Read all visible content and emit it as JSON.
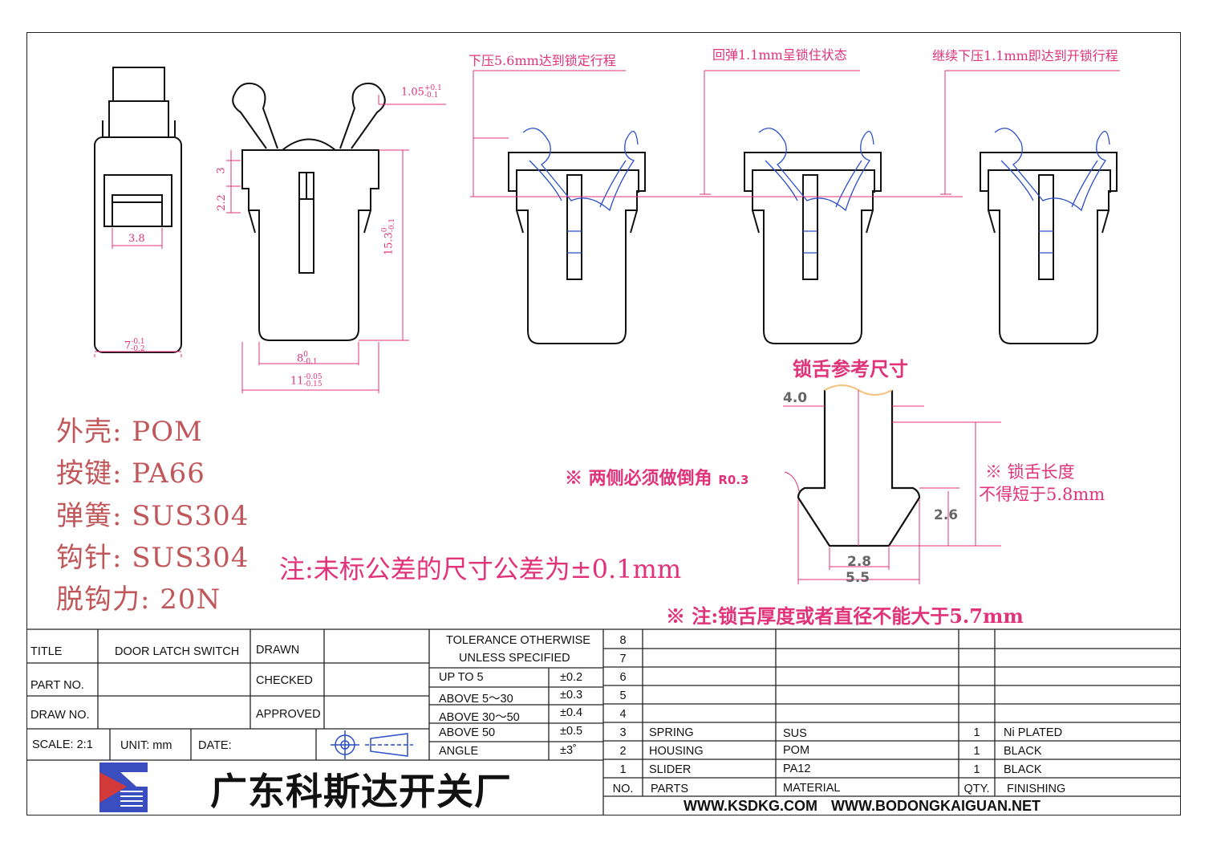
{
  "steps": {
    "step1": "下压5.6mm达到锁定行程",
    "step2": "回弹1.1mm呈锁住状态",
    "step3": "继续下压1.1mm即达到开锁行程"
  },
  "dims": {
    "d_38": "3.8",
    "d_7": "7",
    "d_7_tol_up": "-0.1",
    "d_7_tol_dn": "-0.2",
    "d_3": "3",
    "d_22": "2.2",
    "d_8": "8",
    "d_8_tol_up": "0",
    "d_8_tol_dn": "-0.1",
    "d_11": "11",
    "d_11_tol_up": "-0.05",
    "d_11_tol_dn": "-0.15",
    "d_153": "15.3",
    "d_153_tol_up": "0",
    "d_153_tol_dn": "-0.1",
    "d_105": "1.05",
    "d_105_tol_up": "+0.1",
    "d_105_tol_dn": "-0.1"
  },
  "materials": [
    "外壳: POM",
    "按键: PA66",
    "弹簧: SUS304",
    "钩针: SUS304",
    "脱钩力: 20N"
  ],
  "notes": {
    "tolerance_note": "注:未标公差的尺寸公差为±0.1mm",
    "thickness_note": "※ 注:锁舌厚度或者直径不能大于5.7mm"
  },
  "tongue": {
    "title": "锁舌参考尺寸",
    "chamfer": "※ 两侧必须做倒角",
    "chamfer_r": "R0.3",
    "length_note_1": "※ 锁舌长度",
    "length_note_2": "不得短于5.8mm",
    "d40": "4.0",
    "d26": "2.6",
    "d28": "2.8",
    "d55": "5.5"
  },
  "title_block": {
    "title_label": "TITLE",
    "title_value": "DOOR LATCH SWITCH",
    "drawn_label": "DRAWN",
    "part_no_label": "PART NO.",
    "checked_label": "CHECKED",
    "draw_no_label": "DRAW NO.",
    "approved_label": "APPROVED",
    "scale": "SCALE: 2:1",
    "unit": "UNIT: mm",
    "date": "DATE:",
    "company": "广东科斯达开关厂",
    "websites": "WWW.KSDKG.COM WWW.BODONGKAIGUAN.NET"
  },
  "tolerance": {
    "header1": "TOLERANCE OTHERWISE",
    "header2": "UNLESS SPECIFIED",
    "rows": [
      {
        "range": "UP TO 5",
        "tol": "±0.2"
      },
      {
        "range": "ABOVE 5～30",
        "tol": "±0.3"
      },
      {
        "range": "ABOVE 30～50",
        "tol": "±0.4"
      },
      {
        "range": "ABOVE 50",
        "tol": "±0.5"
      },
      {
        "range": "ANGLE",
        "tol": "±3˚"
      }
    ]
  },
  "bom": {
    "numbers": [
      "8",
      "7",
      "6",
      "5",
      "4",
      "3",
      "2",
      "1"
    ],
    "parts": [
      {
        "no": "3",
        "part": "SPRING",
        "material": "SUS",
        "qty": "1",
        "finish": "Ni PLATED"
      },
      {
        "no": "2",
        "part": "HOUSING",
        "material": "POM",
        "qty": "1",
        "finish": "BLACK"
      },
      {
        "no": "1",
        "part": "SLIDER",
        "material": "PA12",
        "qty": "1",
        "finish": "BLACK"
      }
    ],
    "header": {
      "no": "NO.",
      "parts": "PARTS",
      "material": "MATERIAL",
      "qty": "QTY.",
      "finishing": "FINISHING"
    }
  },
  "colors": {
    "dimension": "#e0337a",
    "material_text": "#c0575b",
    "part_blue": "#2a4fc8",
    "line": "#111111"
  }
}
